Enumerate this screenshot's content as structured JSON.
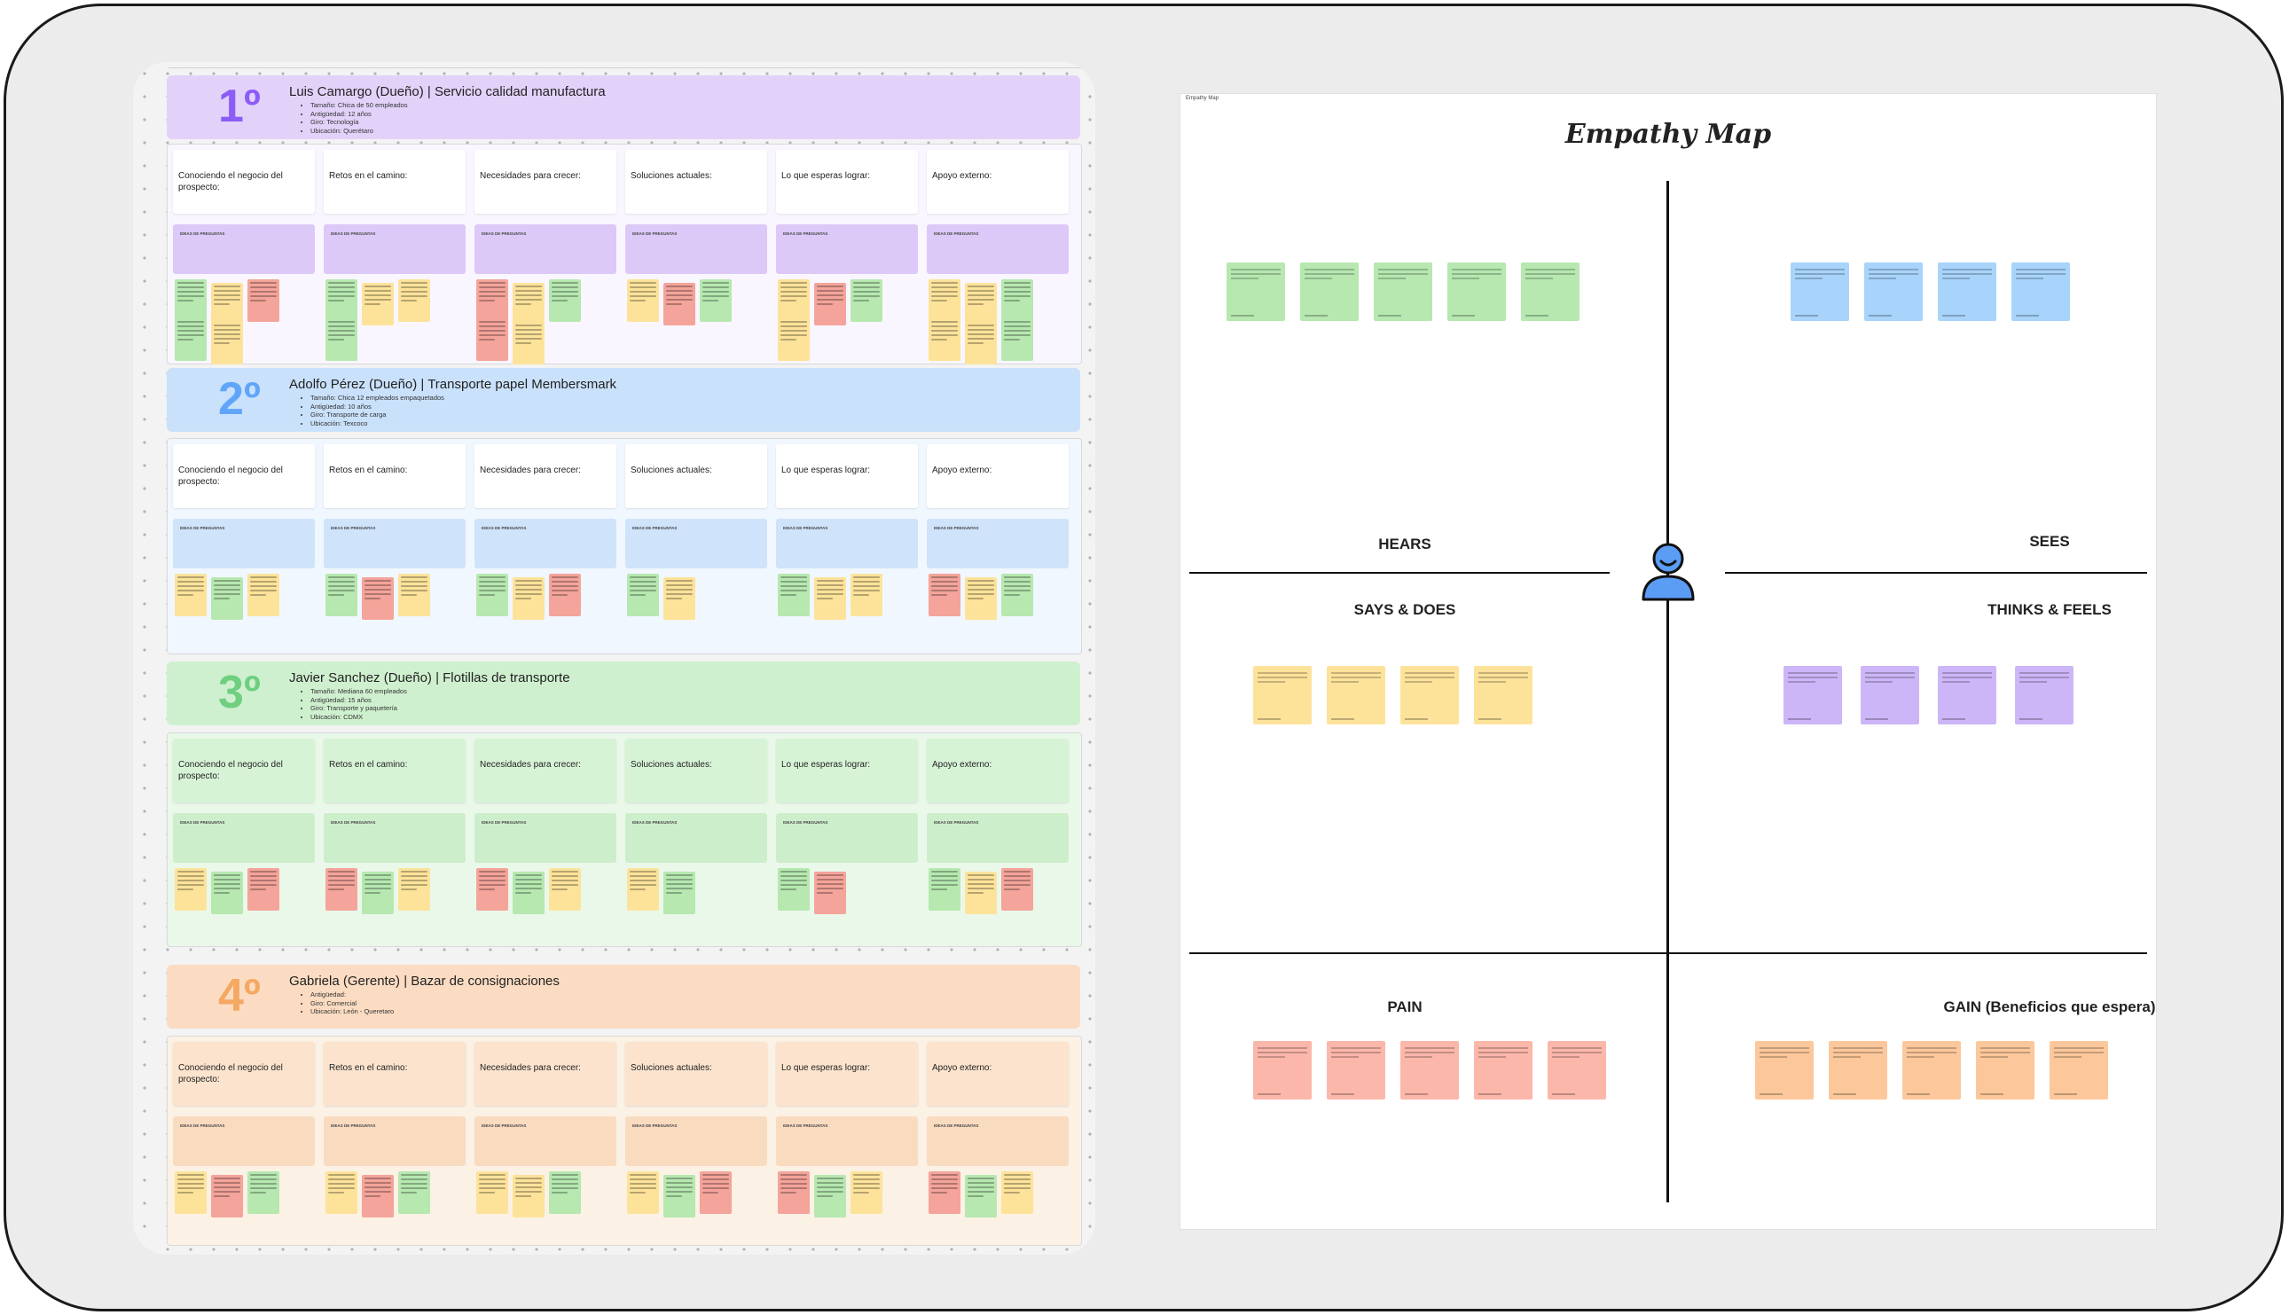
{
  "bands": [
    {
      "rank": "1º",
      "title": "Luis Camargo (Dueño) | Servicio calidad manufactura",
      "bullets": [
        "Tamaño: Chica de 50 empleados",
        "Antigüedad: 12 años",
        "Giro: Tecnología",
        "Ubicación: Querétaro"
      ]
    },
    {
      "rank": "2º",
      "title": "Adolfo Pérez (Dueño) | Transporte papel Membersmark",
      "bullets": [
        "Tamaño: Chica 12 empleados empaquetados",
        "Antigüedad: 10 años",
        "Giro: Transporte de carga",
        "Ubicación: Texcoco"
      ]
    },
    {
      "rank": "3º",
      "title": "Javier Sanchez (Dueño) | Flotillas de transporte",
      "bullets": [
        "Tamaño: Mediana 60 empleados",
        "Antigüedad: 15 años",
        "Giro: Transporte y paquetería",
        "Ubicación: CDMX"
      ]
    },
    {
      "rank": "4º",
      "title": "Gabriela (Gerente) | Bazar de consignaciones",
      "bullets": [
        "Antigüedad:",
        "Giro: Comercial",
        "Ubicación: León - Queretaro"
      ]
    }
  ],
  "columns": [
    "Conociendo el negocio del prospecto:",
    "Retos en el camino:",
    "Necesidades para crecer:",
    "Soluciones actuales:",
    "Lo que esperas lograr:",
    "Apoyo externo:"
  ],
  "questions_label": "IDEAS DE PREGUNTAS",
  "colors": {
    "purple": "#8b5cf6",
    "blue": "#60a5fa",
    "green": "#6fcf80",
    "orange": "#f5a861",
    "note_green": "#b6e8b0",
    "note_yellow": "#fde39a",
    "note_red": "#f4a49a",
    "note_blue": "#a8d4fb",
    "note_purple": "#cdb6f8",
    "note_peach": "#fcc89b",
    "note_salmon": "#fbb7aa"
  },
  "empathy": {
    "canvas_label": "Empathy Map",
    "title": "Empathy Map",
    "hears": "HEARS",
    "sees": "SEES",
    "says": "SAYS & DOES",
    "thinks": "THINKS & FEELS",
    "pain": "PAIN",
    "gain": "GAIN (Beneficios que espera)",
    "user_icon": "user-icon"
  }
}
